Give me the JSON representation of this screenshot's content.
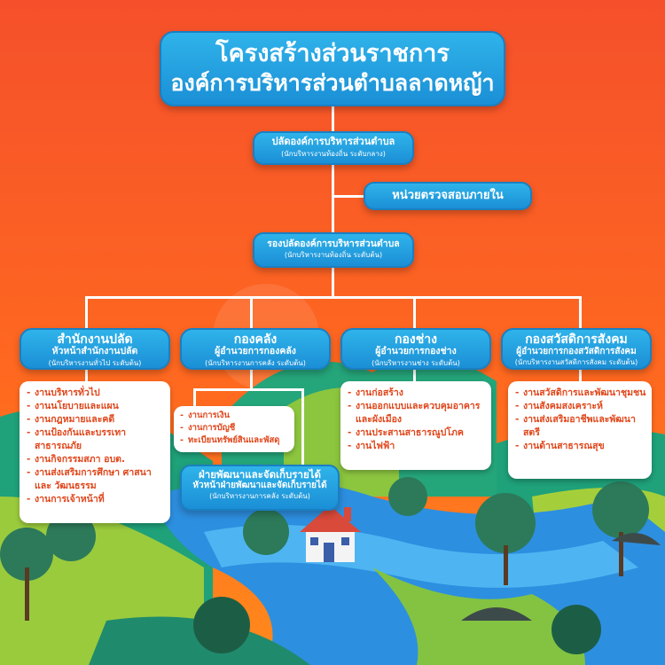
{
  "title": {
    "line1": "โครงสร้างส่วนราชการ",
    "line2": "องค์การบริหารส่วนตำบลลาดหญ้า"
  },
  "chief": {
    "title": "ปลัดองค์การบริหารส่วนตำบล",
    "sub": "(นักบริหารงานท้องถิ่น ระดับกลาง)"
  },
  "audit": {
    "title": "หน่วยตรวจสอบภายใน"
  },
  "deputy": {
    "title": "รองปลัดองค์การบริหารส่วนตำบล",
    "sub": "(นักบริหารงานท้องถิ่น ระดับต้น)"
  },
  "divisions": [
    {
      "name": "สำนักงานปลัด",
      "head": "หัวหน้าสำนักงานปลัด",
      "rank": "(นักบริหารงานทั่วไป ระดับต้น)",
      "items": [
        "งานบริหารทั่วไป",
        "งานนโยบายและแผน",
        "งานกฎหมายและคดี",
        "งานป้องกันและบรรเทาสาธารณภัย",
        "งานกิจกรรมสภา อบต.",
        "งานส่งเสริมการศึกษา ศาสนา และ วัฒนธรรม",
        "งานการเจ้าหน้าที่"
      ]
    },
    {
      "name": "กองคลัง",
      "head": "ผู้อำนวยการกองคลัง",
      "rank": "(นักบริหารงานการคลัง ระดับต้น)",
      "items": [
        "งานการเงิน",
        "งานการบัญชี",
        "ทะเบียนทรัพย์สินและพัสดุ"
      ]
    },
    {
      "name": "กองช่าง",
      "head": "ผู้อำนวยการกองช่าง",
      "rank": "(นักบริหารงานช่าง ระดับต้น)",
      "items": [
        "งานก่อสร้าง",
        "งานออกแบบและควบคุมอาคารและผังเมือง",
        "งานประสานสาธารณูปโภค",
        "งานไฟฟ้า"
      ]
    },
    {
      "name": "กองสวัสดิการสังคม",
      "head": "ผู้อำนวยการกองสวัสดิการสังคม",
      "rank": "(นักบริหารงานสวัสดิการสังคม ระดับต้น)",
      "items": [
        "งานสวัสดิการและพัฒนาชุมชน",
        "งานสังคมสงเคราะห์",
        "งานส่งเสริมอาชีพและพัฒนาสตรี",
        "งานด้านสาธารณสุข"
      ]
    }
  ],
  "revenue": {
    "title": "ฝ่ายพัฒนาและจัดเก็บรายได้",
    "head": "หัวหน้าฝ่ายพัฒนาและจัดเก็บรายได้",
    "rank": "(นักบริหารงานการคลัง ระดับต้น)"
  }
}
